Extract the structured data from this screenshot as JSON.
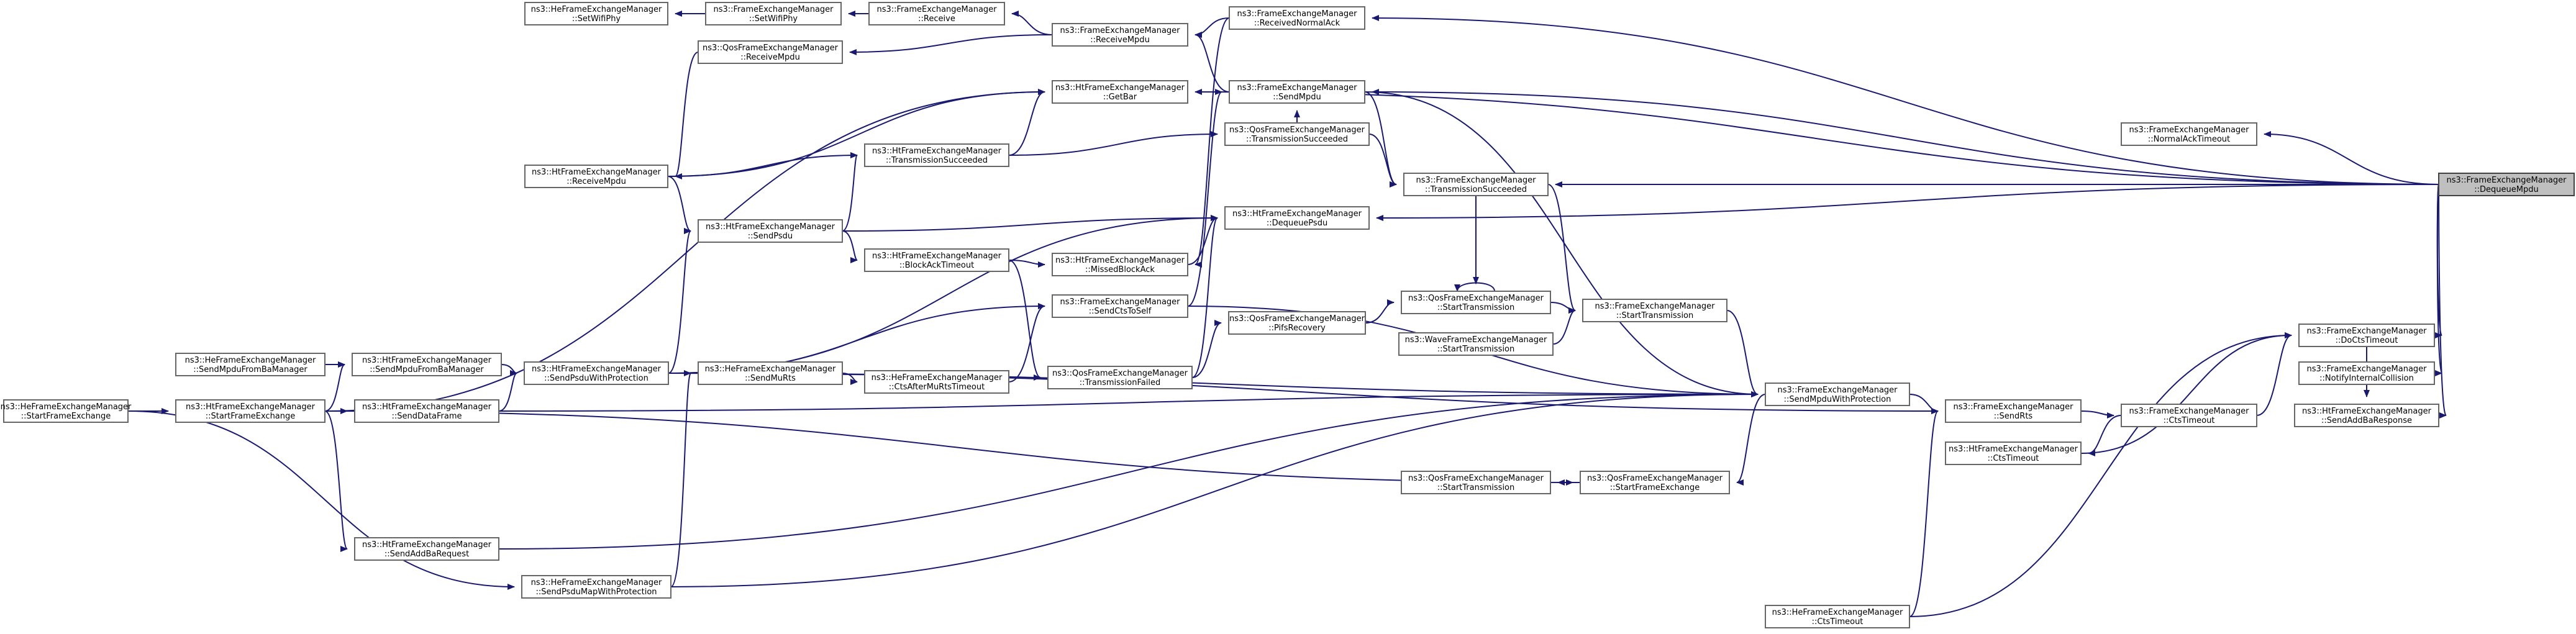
{
  "diagram": {
    "type": "call-graph",
    "colors": {
      "edge": "#191970",
      "node_border": "#666666",
      "root_fill": "#bfbfbf",
      "node_fill": "#ffffff"
    },
    "nodes": [
      {
        "id": "n0",
        "lines": [
          "ns3::HeFrameExchangeManager",
          "::SetWifiPhy"
        ]
      },
      {
        "id": "n1",
        "lines": [
          "ns3::FrameExchangeManager",
          "::SetWifiPhy"
        ]
      },
      {
        "id": "n2",
        "lines": [
          "ns3::FrameExchangeManager",
          "::Receive"
        ]
      },
      {
        "id": "n3",
        "lines": [
          "ns3::FrameExchangeManager",
          "::ReceiveMpdu"
        ]
      },
      {
        "id": "n4",
        "lines": [
          "ns3::FrameExchangeManager",
          "::ReceivedNormalAck"
        ]
      },
      {
        "id": "n5",
        "lines": [
          "ns3::QosFrameExchangeManager",
          "::ReceiveMpdu"
        ]
      },
      {
        "id": "n6",
        "lines": [
          "ns3::HtFrameExchangeManager",
          "::GetBar"
        ]
      },
      {
        "id": "n7",
        "lines": [
          "ns3::FrameExchangeManager",
          "::SendMpdu"
        ]
      },
      {
        "id": "n8",
        "lines": [
          "ns3::QosFrameExchangeManager",
          "::TransmissionSucceeded"
        ]
      },
      {
        "id": "n9",
        "lines": [
          "ns3::HtFrameExchangeManager",
          "::TransmissionSucceeded"
        ]
      },
      {
        "id": "n10",
        "lines": [
          "ns3::HtFrameExchangeManager",
          "::ReceiveMpdu"
        ]
      },
      {
        "id": "n11",
        "lines": [
          "ns3::FrameExchangeManager",
          "::NormalAckTimeout"
        ]
      },
      {
        "id": "n12",
        "lines": [
          "ns3::FrameExchangeManager",
          "::TransmissionSucceeded"
        ]
      },
      {
        "id": "n13",
        "lines": [
          "ns3::HtFrameExchangeManager",
          "::DequeuePsdu"
        ]
      },
      {
        "id": "n14",
        "lines": [
          "ns3::HtFrameExchangeManager",
          "::SendPsdu"
        ]
      },
      {
        "id": "n15",
        "lines": [
          "ns3::HtFrameExchangeManager",
          "::BlockAckTimeout"
        ]
      },
      {
        "id": "n16",
        "lines": [
          "ns3::HtFrameExchangeManager",
          "::MissedBlockAck"
        ]
      },
      {
        "id": "n17",
        "lines": [
          "ns3::FrameExchangeManager",
          "::SendCtsToSelf"
        ]
      },
      {
        "id": "n18",
        "lines": [
          "ns3::QosFrameExchangeManager",
          "::StartTransmission"
        ]
      },
      {
        "id": "n19",
        "lines": [
          "ns3::QosFrameExchangeManager",
          "::PifsRecovery"
        ]
      },
      {
        "id": "n20",
        "lines": [
          "ns3::FrameExchangeManager",
          "::StartTransmission"
        ]
      },
      {
        "id": "n21",
        "lines": [
          "ns3::WaveFrameExchangeManager",
          "::StartTransmission"
        ]
      },
      {
        "id": "n22",
        "lines": [
          "ns3::HeFrameExchangeManager",
          "::SendMpduFromBaManager"
        ]
      },
      {
        "id": "n23",
        "lines": [
          "ns3::HtFrameExchangeManager",
          "::SendMpduFromBaManager"
        ]
      },
      {
        "id": "n24",
        "lines": [
          "ns3::HtFrameExchangeManager",
          "::SendPsduWithProtection"
        ]
      },
      {
        "id": "n25",
        "lines": [
          "ns3::HeFrameExchangeManager",
          "::SendMuRts"
        ]
      },
      {
        "id": "n26",
        "lines": [
          "ns3::HeFrameExchangeManager",
          "::CtsAfterMuRtsTimeout"
        ]
      },
      {
        "id": "n27",
        "lines": [
          "ns3::QosFrameExchangeManager",
          "::TransmissionFailed"
        ]
      },
      {
        "id": "n28",
        "lines": [
          "ns3::HeFrameExchangeManager",
          "::StartFrameExchange"
        ]
      },
      {
        "id": "n29",
        "lines": [
          "ns3::HtFrameExchangeManager",
          "::StartFrameExchange"
        ]
      },
      {
        "id": "n30",
        "lines": [
          "ns3::HtFrameExchangeManager",
          "::SendDataFrame"
        ]
      },
      {
        "id": "n31",
        "lines": [
          "ns3::FrameExchangeManager",
          "::SendMpduWithProtection"
        ]
      },
      {
        "id": "n32",
        "lines": [
          "ns3::FrameExchangeManager",
          "::SendRts"
        ]
      },
      {
        "id": "n33",
        "lines": [
          "ns3::FrameExchangeManager",
          "::CtsTimeout"
        ]
      },
      {
        "id": "n34",
        "lines": [
          "ns3::HtFrameExchangeManager",
          "::CtsTimeout"
        ]
      },
      {
        "id": "n35",
        "lines": [
          "ns3::QosFrameExchangeManager",
          "::StartTransmission"
        ]
      },
      {
        "id": "n36",
        "lines": [
          "ns3::QosFrameExchangeManager",
          "::StartFrameExchange"
        ]
      },
      {
        "id": "n37",
        "lines": [
          "ns3::HtFrameExchangeManager",
          "::SendAddBaRequest"
        ]
      },
      {
        "id": "n38",
        "lines": [
          "ns3::HeFrameExchangeManager",
          "::SendPsduMapWithProtection"
        ]
      },
      {
        "id": "n39",
        "lines": [
          "ns3::HeFrameExchangeManager",
          "::CtsTimeout"
        ]
      },
      {
        "id": "n40",
        "lines": [
          "ns3::FrameExchangeManager",
          "::DoCtsTimeout"
        ]
      },
      {
        "id": "n41",
        "lines": [
          "ns3::FrameExchangeManager",
          "::NotifyInternalCollision"
        ]
      },
      {
        "id": "n42",
        "lines": [
          "ns3::HtFrameExchangeManager",
          "::SendAddBaResponse"
        ]
      },
      {
        "id": "n43",
        "lines": [
          "ns3::FrameExchangeManager",
          "::DequeueMpdu"
        ]
      }
    ],
    "edges": [
      [
        "n0",
        "n1"
      ],
      [
        "n1",
        "n2"
      ],
      [
        "n2",
        "n3"
      ],
      [
        "n3",
        "n4"
      ],
      [
        "n5",
        "n3"
      ],
      [
        "n3",
        "n7"
      ],
      [
        "n4",
        "n43"
      ],
      [
        "n7",
        "n43"
      ],
      [
        "n11",
        "n43"
      ],
      [
        "n12",
        "n43"
      ],
      [
        "n13",
        "n43"
      ],
      [
        "n40",
        "n43"
      ],
      [
        "n41",
        "n43"
      ],
      [
        "n42",
        "n43"
      ],
      [
        "n6",
        "n43"
      ],
      [
        "n6",
        "n10"
      ],
      [
        "n6",
        "n29"
      ],
      [
        "n6",
        "n9"
      ],
      [
        "n10",
        "n5"
      ],
      [
        "n9",
        "n10"
      ],
      [
        "n9",
        "n14"
      ],
      [
        "n8",
        "n9"
      ],
      [
        "n14",
        "n10"
      ],
      [
        "n13",
        "n14"
      ],
      [
        "n13",
        "n24"
      ],
      [
        "n14",
        "n24"
      ],
      [
        "n15",
        "n14"
      ],
      [
        "n16",
        "n15"
      ],
      [
        "n13",
        "n16"
      ],
      [
        "n16",
        "n4"
      ],
      [
        "n7",
        "n17"
      ],
      [
        "n7",
        "n8"
      ],
      [
        "n12",
        "n7"
      ],
      [
        "n12",
        "n8"
      ],
      [
        "n18",
        "n12"
      ],
      [
        "n18",
        "n18"
      ],
      [
        "n20",
        "n18"
      ],
      [
        "n20",
        "n21"
      ],
      [
        "n20",
        "n12"
      ],
      [
        "n19",
        "n27"
      ],
      [
        "n18",
        "n19"
      ],
      [
        "n17",
        "n24"
      ],
      [
        "n17",
        "n26"
      ],
      [
        "n13",
        "n27"
      ],
      [
        "n27",
        "n15"
      ],
      [
        "n26",
        "n25"
      ],
      [
        "n25",
        "n38"
      ],
      [
        "n23",
        "n22"
      ],
      [
        "n24",
        "n23"
      ],
      [
        "n24",
        "n30"
      ],
      [
        "n29",
        "n28"
      ],
      [
        "n23",
        "n29"
      ],
      [
        "n30",
        "n29"
      ],
      [
        "n37",
        "n29"
      ],
      [
        "n38",
        "n28"
      ],
      [
        "n31",
        "n24"
      ],
      [
        "n31",
        "n30"
      ],
      [
        "n31",
        "n37"
      ],
      [
        "n31",
        "n38"
      ],
      [
        "n31",
        "n20"
      ],
      [
        "n31",
        "n7"
      ],
      [
        "n31",
        "n17"
      ],
      [
        "n36",
        "n31"
      ],
      [
        "n36",
        "n29"
      ],
      [
        "n35",
        "n36"
      ],
      [
        "n32",
        "n31"
      ],
      [
        "n32",
        "n24"
      ],
      [
        "n33",
        "n32"
      ],
      [
        "n34",
        "n33"
      ],
      [
        "n32",
        "n39"
      ],
      [
        "n40",
        "n33"
      ],
      [
        "n40",
        "n34"
      ],
      [
        "n40",
        "n39"
      ],
      [
        "n42",
        "n40"
      ]
    ]
  }
}
